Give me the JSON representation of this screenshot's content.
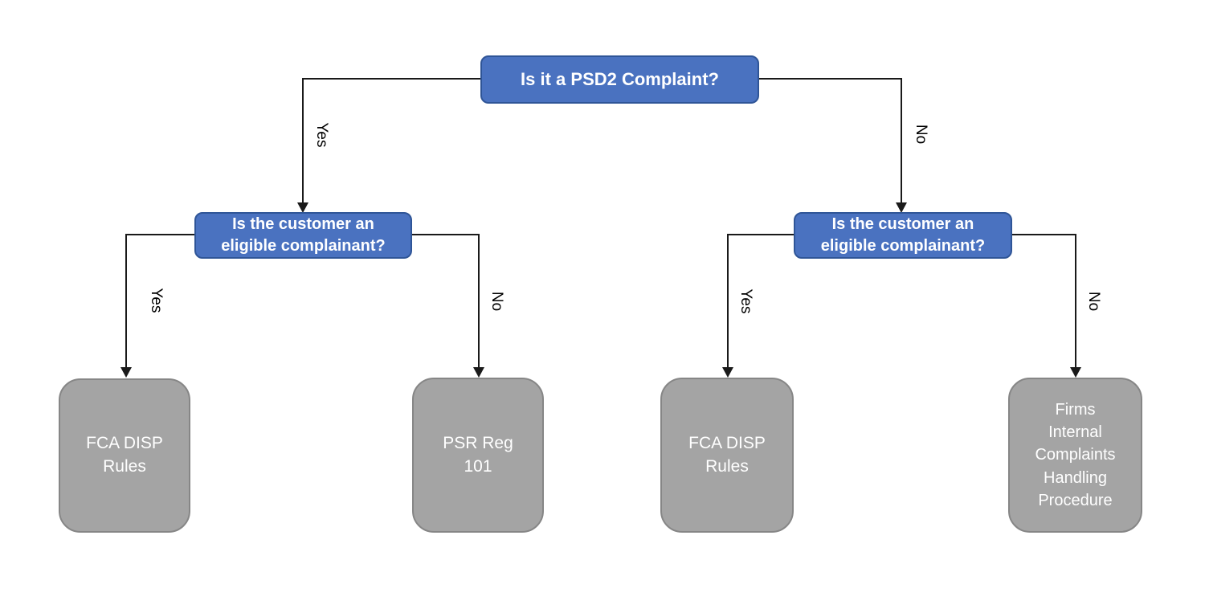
{
  "diagram": {
    "type": "flowchart",
    "background": "#ffffff",
    "colors": {
      "decision_fill": "#4a72c0",
      "decision_border": "#2f5597",
      "outcome_fill": "#a4a4a4",
      "outcome_border": "#868686",
      "connector": "#1a1a1a",
      "node_text": "#ffffff",
      "edge_label_text": "#000000"
    },
    "nodes": {
      "root": {
        "kind": "decision",
        "label": "Is it a PSD2 Complaint?"
      },
      "left_decision": {
        "kind": "decision",
        "label": "Is the customer an\neligible complainant?"
      },
      "right_decision": {
        "kind": "decision",
        "label": "Is the customer an\neligible complainant?"
      },
      "outcome_fca_disp_left": {
        "kind": "outcome",
        "label": "FCA DISP\nRules"
      },
      "outcome_psr_reg_101": {
        "kind": "outcome",
        "label": "PSR Reg\n101"
      },
      "outcome_fca_disp_right": {
        "kind": "outcome",
        "label": "FCA DISP\nRules"
      },
      "outcome_internal_procedure": {
        "kind": "outcome",
        "label": "Firms\nInternal\nComplaints\nHandling\nProcedure"
      }
    },
    "edge_labels": {
      "root_yes": "Yes",
      "root_no": "No",
      "left_yes": "Yes",
      "left_no": "No",
      "right_yes": "Yes",
      "right_no": "No"
    }
  }
}
